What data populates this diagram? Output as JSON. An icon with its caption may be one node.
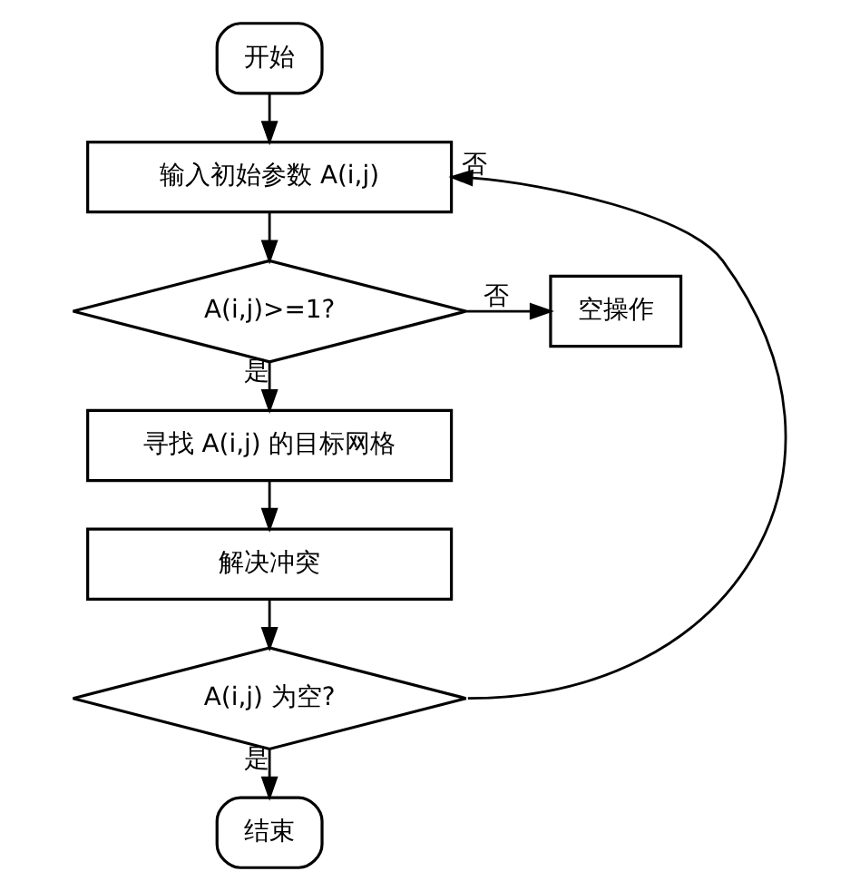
{
  "diagram": {
    "nodes": [
      {
        "text": [
          "开始"
        ]
      },
      {
        "text": [
          "输入初始参数 A(i,j)"
        ]
      },
      {
        "text": [
          "A(i,j)>=1?"
        ]
      },
      {
        "text": [
          "空操作"
        ]
      },
      {
        "text": [
          "寻找 A(i,j) 的目标网格"
        ]
      },
      {
        "text": [
          "解决冲突"
        ]
      },
      {
        "text": [
          "A(i,j) 为空?"
        ]
      },
      {
        "text": [
          "结束"
        ]
      }
    ],
    "edges": [
      {
        "from": 0,
        "to": 1,
        "arrow": "to"
      },
      {
        "from": 1,
        "to": 2,
        "arrow": "to"
      },
      {
        "from": 2,
        "to": 3,
        "arrow": "to",
        "label": "否"
      },
      {
        "from": 2,
        "to": 4,
        "arrow": "to",
        "label": "是"
      },
      {
        "from": 4,
        "to": 5,
        "arrow": "to"
      },
      {
        "from": 5,
        "to": 6,
        "arrow": "to"
      },
      {
        "from": 6,
        "to": 1,
        "arrow": "to",
        "label": "否"
      },
      {
        "from": 6,
        "to": 7,
        "arrow": "to",
        "label": "是"
      }
    ]
  }
}
